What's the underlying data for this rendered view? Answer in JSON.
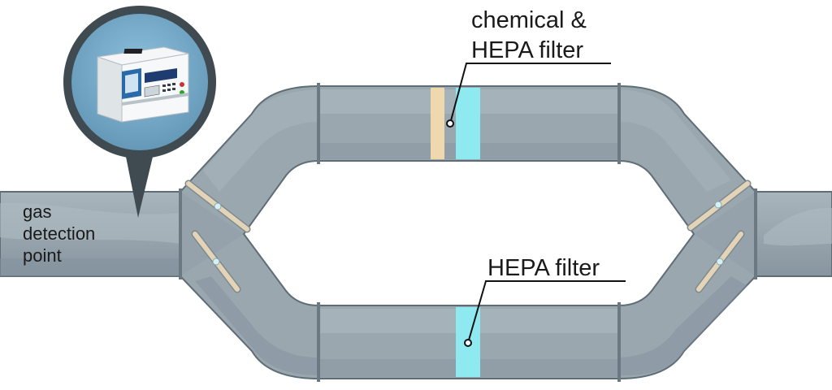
{
  "labels": {
    "gas_point": [
      "gas",
      "detection",
      "point"
    ],
    "chem_filter": [
      "chemical &",
      "HEPA filter"
    ],
    "hepa_filter": "HEPA filter"
  },
  "icons": {
    "detector": "gas-detector-device-icon"
  },
  "colors": {
    "pipe": "#98a5ad",
    "pipe_light": "#b3bec5",
    "pipe_dark": "#75848d",
    "pipe_edge": "#5f6d76",
    "chemical_filter": "#efd8ad",
    "hepa_filter": "#8fe9f1",
    "bubble": "#3f4b51",
    "bubble_inner": "#6f9fbc",
    "damper": "#e3d4b8"
  }
}
